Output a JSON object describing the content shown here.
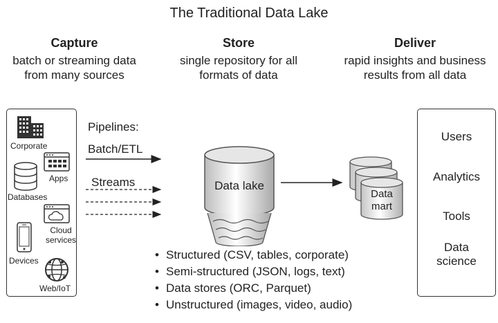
{
  "title": "The Traditional Data Lake",
  "capture": {
    "heading": "Capture",
    "line1": "batch or streaming data",
    "line2": "from many sources",
    "sources": {
      "corporate": "Corporate",
      "apps": "Apps",
      "databases": "Databases",
      "cloud1": "Cloud",
      "cloud2": "services",
      "devices": "Devices",
      "web": "Web/IoT"
    }
  },
  "store": {
    "heading": "Store",
    "line1": "single repository for all",
    "line2": "formats of data",
    "pipelines": "Pipelines:",
    "batch": "Batch/ETL",
    "streams": "Streams",
    "data_lake": "Data lake",
    "data_mart1": "Data",
    "data_mart2": "mart",
    "types": [
      "Structured (CSV, tables, corporate)",
      "Semi-structured (JSON, logs, text)",
      "Data stores (ORC, Parquet)",
      "Unstructured (images, video, audio)"
    ]
  },
  "deliver": {
    "heading": "Deliver",
    "line1": "rapid insights and business",
    "line2": "results from all data",
    "items": [
      "Users",
      "Analytics",
      "Tools"
    ],
    "science1": "Data",
    "science2": "science"
  }
}
